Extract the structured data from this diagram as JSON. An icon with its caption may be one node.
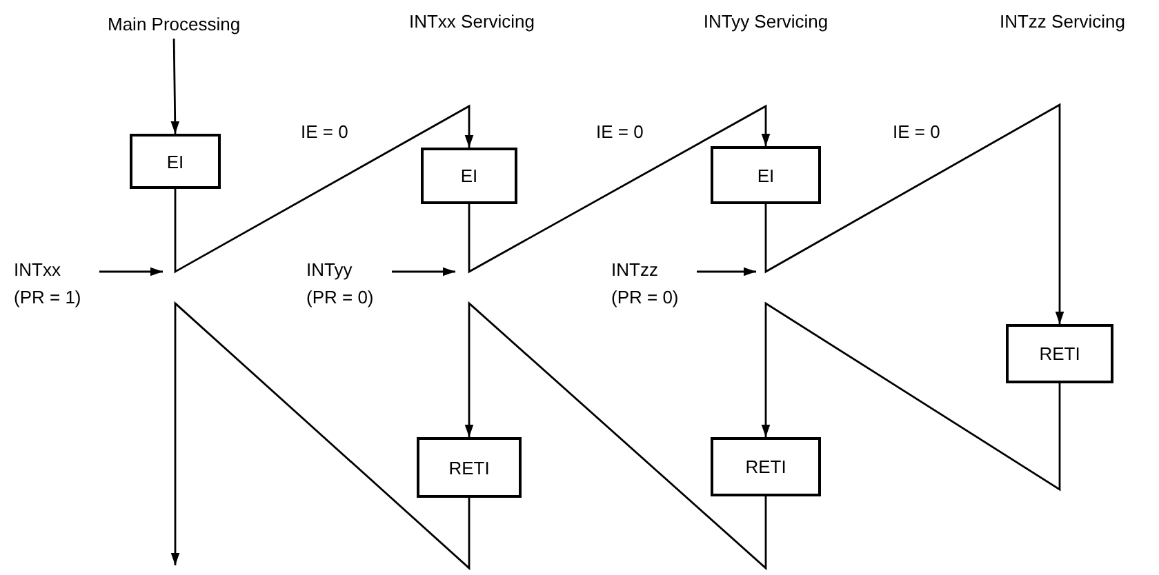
{
  "diagram": {
    "nodes": [
      {
        "text": [
          "Main Processing"
        ]
      },
      {
        "text": [
          "EI"
        ]
      },
      {
        "text": [
          "INTxx (PR = 1)"
        ]
      },
      {
        "text": [
          "EI"
        ]
      },
      {
        "text": [
          "INTyy (PR = 0)"
        ]
      },
      {
        "text": [
          "EI"
        ]
      },
      {
        "text": [
          "INTzz (PR = 0)"
        ]
      },
      {
        "text": [
          "RETI"
        ]
      },
      {
        "text": [
          "RETI"
        ]
      },
      {
        "text": [
          "RETI"
        ]
      }
    ],
    "edges": [
      {
        "from": 0,
        "to": 1,
        "arrow": "to"
      },
      {
        "from": 1,
        "to": 3,
        "arrow": "to",
        "label": "IE = 0"
      },
      {
        "from": 3,
        "to": 5,
        "arrow": "to",
        "label": "IE = 0"
      },
      {
        "from": 5,
        "to": 7,
        "arrow": "to",
        "label": "IE = 0"
      },
      {
        "from": 7,
        "to": 8,
        "arrow": "to"
      },
      {
        "from": 8,
        "to": 9,
        "arrow": "to"
      },
      {
        "from": 9,
        "to": null,
        "arrow": "to"
      },
      {
        "from": 2,
        "to": null,
        "arrow": "to"
      },
      {
        "from": 4,
        "to": null,
        "arrow": "to"
      },
      {
        "from": 6,
        "to": null,
        "arrow": "to"
      }
    ],
    "labels": [
      "INTxx Servicing",
      "INTyy Servicing",
      "INTzz Servicing"
    ]
  }
}
